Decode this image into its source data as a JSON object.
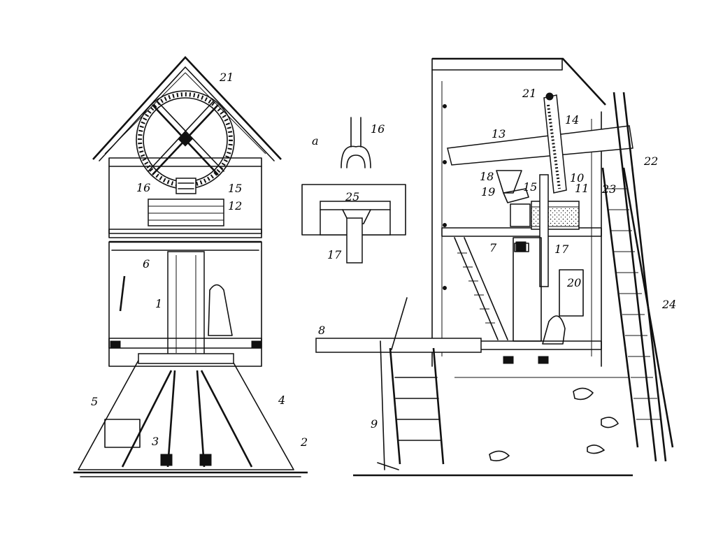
{
  "detail_marker": "a",
  "labels": {
    "l1": "1",
    "l2": "2",
    "l3": "3",
    "l4": "4",
    "l5": "5",
    "l6": "6",
    "l7": "7",
    "l8": "8",
    "l9": "9",
    "l10": "10",
    "l11": "11",
    "l12": "12",
    "l13": "13",
    "l14": "14",
    "l15a": "15",
    "l15b": "15",
    "l16a": "16",
    "l16b": "16",
    "l17a": "17",
    "l17b": "17",
    "l18": "18",
    "l19": "19",
    "l20": "20",
    "l21a": "21",
    "l21b": "21",
    "l22": "22",
    "l23": "23",
    "l24": "24",
    "l25": "25"
  }
}
